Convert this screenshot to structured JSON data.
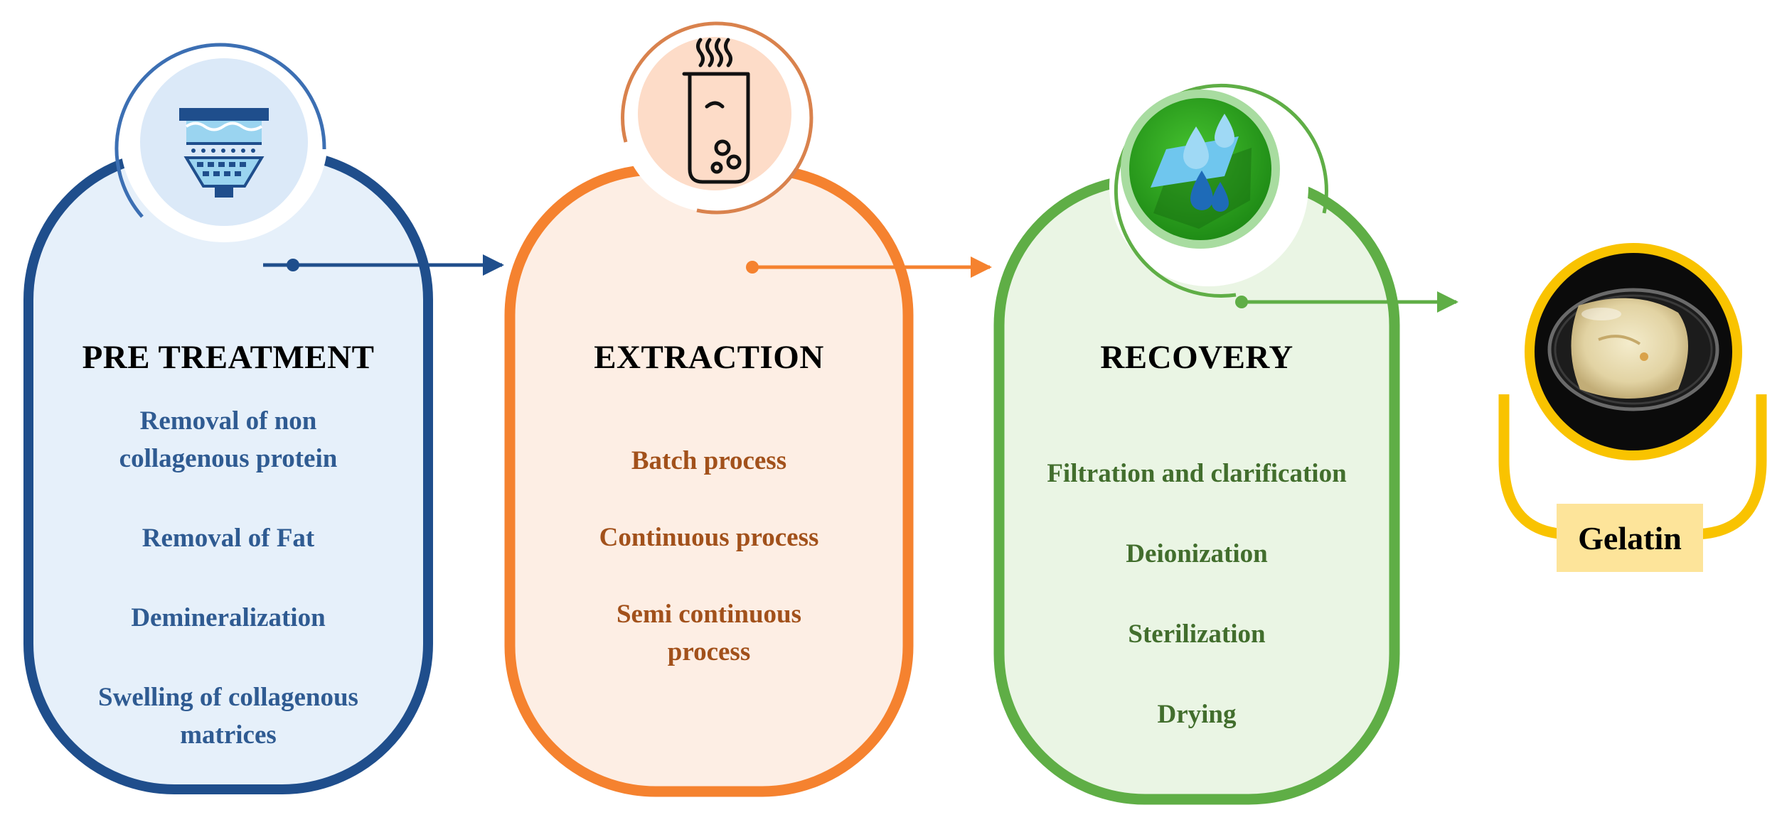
{
  "stages": [
    {
      "title": "PRE TREATMENT",
      "items": [
        "Removal of non collagenous protein",
        "Removal of Fat",
        "Demineralization",
        "Swelling of collagenous matrices"
      ],
      "color": "#1f4e8c",
      "fill": "#e6f0fa",
      "icon": "filter-icon"
    },
    {
      "title": "EXTRACTION",
      "items": [
        "Batch process",
        "Continuous process",
        "Semi continuous process"
      ],
      "color": "#f5822f",
      "fill": "#fdeee4",
      "icon": "beaker-icon"
    },
    {
      "title": "RECOVERY",
      "items": [
        "Filtration and clarification",
        "Deionization",
        "Sterilization",
        "Drying"
      ],
      "color": "#5fae46",
      "fill": "#eaf5e4",
      "icon": "water-drops-icon"
    }
  ],
  "product": {
    "label": "Gelatin",
    "ring_color": "#f9c300",
    "label_bg": "#fde49a"
  }
}
